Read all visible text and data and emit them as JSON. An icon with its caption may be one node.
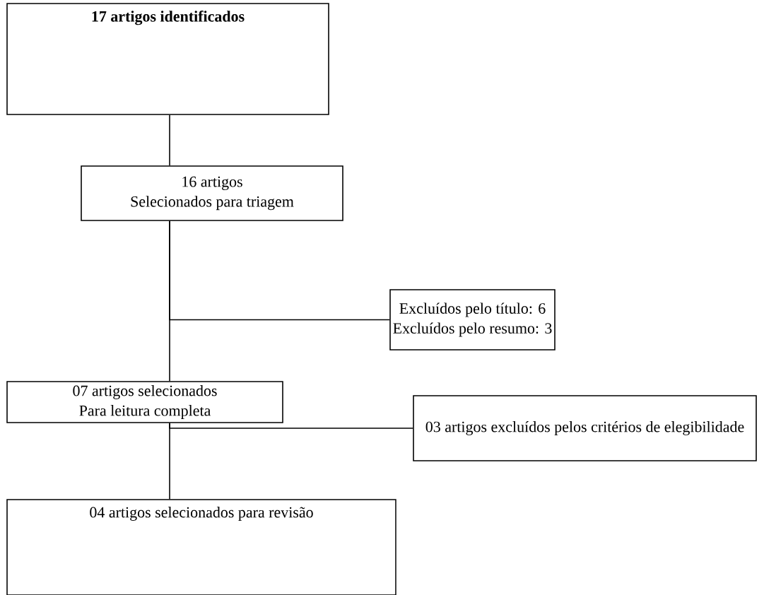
{
  "diagram": {
    "nodes": [
      {
        "text": [
          "17 artigos identificados"
        ]
      },
      {
        "text": [
          "16 artigos",
          "Selecionados para triagem"
        ]
      },
      {
        "text": [
          "Excluídos pelo título: 6",
          "Excluídos pelo resumo: 3"
        ]
      },
      {
        "text": [
          "07 artigos selecionados",
          "Para leitura completa"
        ]
      },
      {
        "text": [
          "03 artigos excluídos pelos critérios de elegibilidade"
        ]
      },
      {
        "text": [
          "04 artigos selecionados para revisão"
        ]
      }
    ],
    "edges": [
      {
        "from": 0,
        "to": 1,
        "arrow": "none"
      },
      {
        "from": 1,
        "to": 3,
        "arrow": "none"
      },
      {
        "from": 1,
        "to": 2,
        "arrow": "none"
      },
      {
        "from": 3,
        "to": 5,
        "arrow": "none"
      },
      {
        "from": 3,
        "to": 4,
        "arrow": "none"
      }
    ]
  }
}
